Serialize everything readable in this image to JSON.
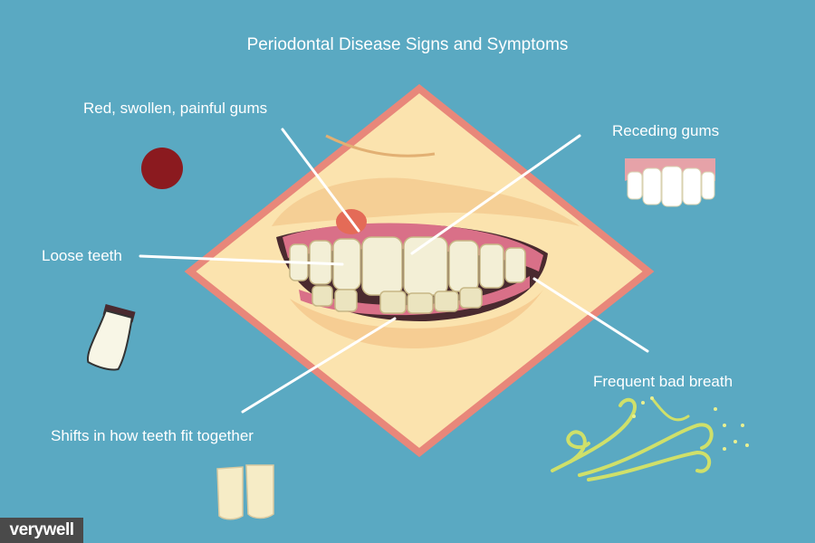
{
  "title": "Periodontal Disease Signs and Symptoms",
  "labels": {
    "red_gums": "Red, swollen, painful gums",
    "receding": "Receding gums",
    "loose": "Loose teeth",
    "bad_breath": "Frequent bad breath",
    "shifts": "Shifts in how teeth fit together"
  },
  "brand": "verywell",
  "colors": {
    "background": "#5aa9c2",
    "diamond_fill": "#fbe3ae",
    "diamond_border": "#e8877a",
    "gum_red": "#8b1a1f",
    "line": "#ffffff"
  },
  "icons": [
    "red-dot-icon",
    "receding-gums-icon",
    "loose-tooth-icon",
    "bad-breath-icon",
    "shifted-teeth-icon",
    "mouth-illustration"
  ]
}
